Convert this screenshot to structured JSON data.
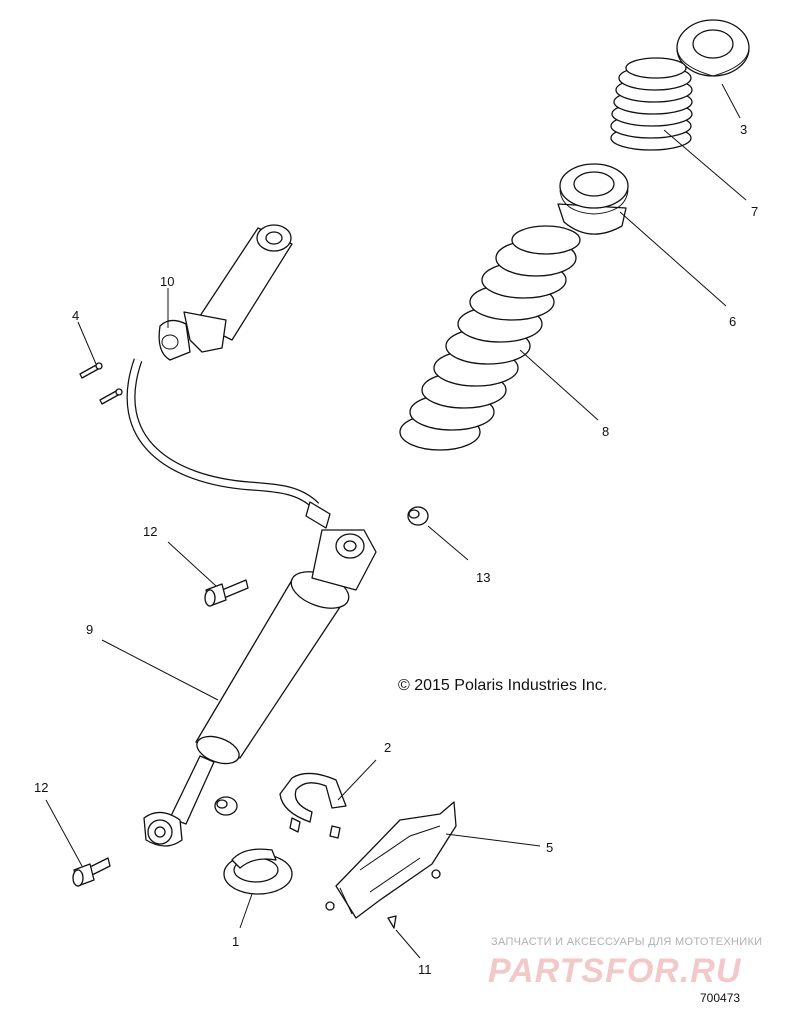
{
  "diagram": {
    "copyright": "© 2015 Polaris Industries Inc.",
    "document_number": "700473",
    "watermark": {
      "tagline": "ЗАПЧАСТИ И АКСЕССУАРЫ ДЛЯ МОТОТЕХНИКИ",
      "logo": "PARTSFOR.RU"
    },
    "callouts": [
      {
        "id": "c1",
        "label": "1"
      },
      {
        "id": "c2",
        "label": "2"
      },
      {
        "id": "c3",
        "label": "3"
      },
      {
        "id": "c4",
        "label": "4"
      },
      {
        "id": "c5",
        "label": "5"
      },
      {
        "id": "c6",
        "label": "6"
      },
      {
        "id": "c7",
        "label": "7"
      },
      {
        "id": "c8",
        "label": "8"
      },
      {
        "id": "c9",
        "label": "9"
      },
      {
        "id": "c10",
        "label": "10"
      },
      {
        "id": "c11",
        "label": "11"
      },
      {
        "id": "c12a",
        "label": "12"
      },
      {
        "id": "c12b",
        "label": "12"
      },
      {
        "id": "c13",
        "label": "13"
      }
    ]
  }
}
